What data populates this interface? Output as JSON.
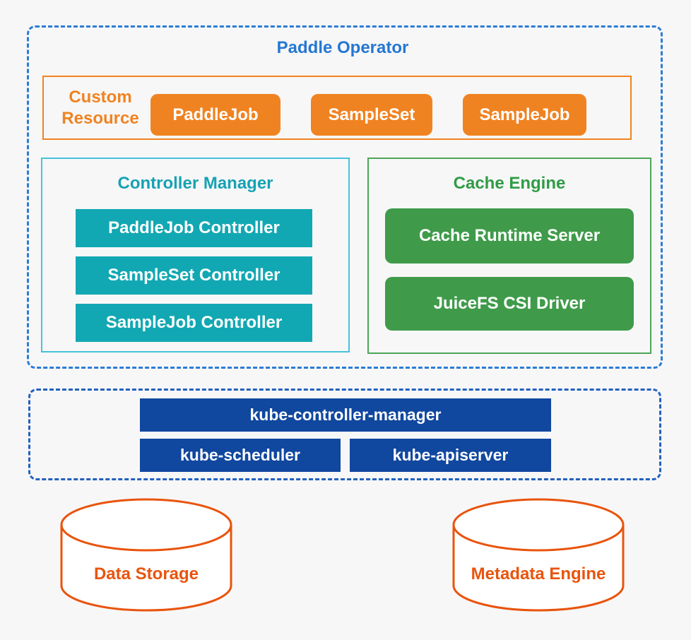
{
  "colors": {
    "background": "#f7f7f8",
    "operator_blue": "#2577d2",
    "orange": "#f08321",
    "teal_fill": "#12a8b3",
    "teal_border": "#46c2db",
    "green_fill": "#3f9b4a",
    "green_border": "#4ea558",
    "navy_fill": "#10479f",
    "navy_dash": "#2361be",
    "cylinder_orange": "#e9540d"
  },
  "paddle_operator": {
    "title": "Paddle Operator",
    "custom_resource": {
      "label": "Custom Resource",
      "buttons": [
        "PaddleJob",
        "SampleSet",
        "SampleJob"
      ]
    },
    "controller_manager": {
      "title": "Controller Manager",
      "buttons": [
        "PaddleJob Controller",
        "SampleSet Controller",
        "SampleJob Controller"
      ]
    },
    "cache_engine": {
      "title": "Cache Engine",
      "buttons": [
        "Cache Runtime Server",
        "JuiceFS CSI Driver"
      ]
    }
  },
  "kubernetes": {
    "buttons": [
      "kube-controller-manager",
      "kube-scheduler",
      "kube-apiserver"
    ]
  },
  "storage": {
    "data_storage": "Data Storage",
    "metadata_engine": "Metadata Engine"
  }
}
